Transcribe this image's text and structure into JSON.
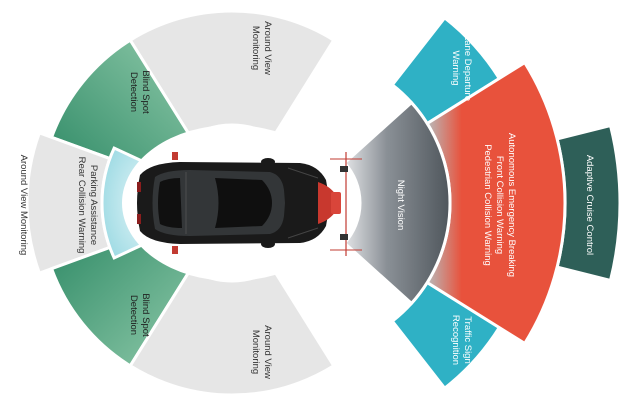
{
  "sensors": [
    {
      "id": "around-view-front",
      "lines": [
        "Around View",
        "Monitoring"
      ],
      "color": "#e6e6e6",
      "text_color": "#333333"
    },
    {
      "id": "blind-spot-front",
      "lines": [
        "Blind Spot",
        "Detection"
      ],
      "color": "#4f9f7c",
      "text_color": "#1f1f1f"
    },
    {
      "id": "around-view-rear-left",
      "lines": [
        "Around View Monitoring"
      ],
      "color": "#e6e6e6",
      "text_color": "#333333"
    },
    {
      "id": "parking-assistance",
      "lines": [
        "Parking Assistance",
        "Rear Collision Warning"
      ],
      "color": "#bfe8ee",
      "text_color": "#333333"
    },
    {
      "id": "blind-spot-rear",
      "lines": [
        "Blind Spot",
        "Detection"
      ],
      "color": "#4f9f7c",
      "text_color": "#1f1f1f"
    },
    {
      "id": "around-view-rear",
      "lines": [
        "Around View",
        "Monitoring"
      ],
      "color": "#e6e6e6",
      "text_color": "#333333"
    },
    {
      "id": "night-vision",
      "lines": [
        "Night Vision"
      ],
      "color": "#5b6268",
      "text_color": "#ffffff"
    },
    {
      "id": "lane-departure",
      "lines": [
        "Lane Departure",
        "Warning"
      ],
      "color": "#2fb1c5",
      "text_color": "#ffffff"
    },
    {
      "id": "autonomous-emergency-braking",
      "lines": [
        "Autonomous Emergency Breaking",
        "Front Collision Warning",
        "Pedestrian Collision Warning"
      ],
      "color": "#e8523c",
      "text_color": "#ffffff"
    },
    {
      "id": "adaptive-cruise-control",
      "lines": [
        "Adaptive Cruise Control"
      ],
      "color": "#2e5f58",
      "text_color": "#ffffff"
    },
    {
      "id": "traffic-sign-recognition",
      "lines": [
        "Traffic Sign",
        "Recognition"
      ],
      "color": "#2fb1c5",
      "text_color": "#ffffff"
    }
  ]
}
